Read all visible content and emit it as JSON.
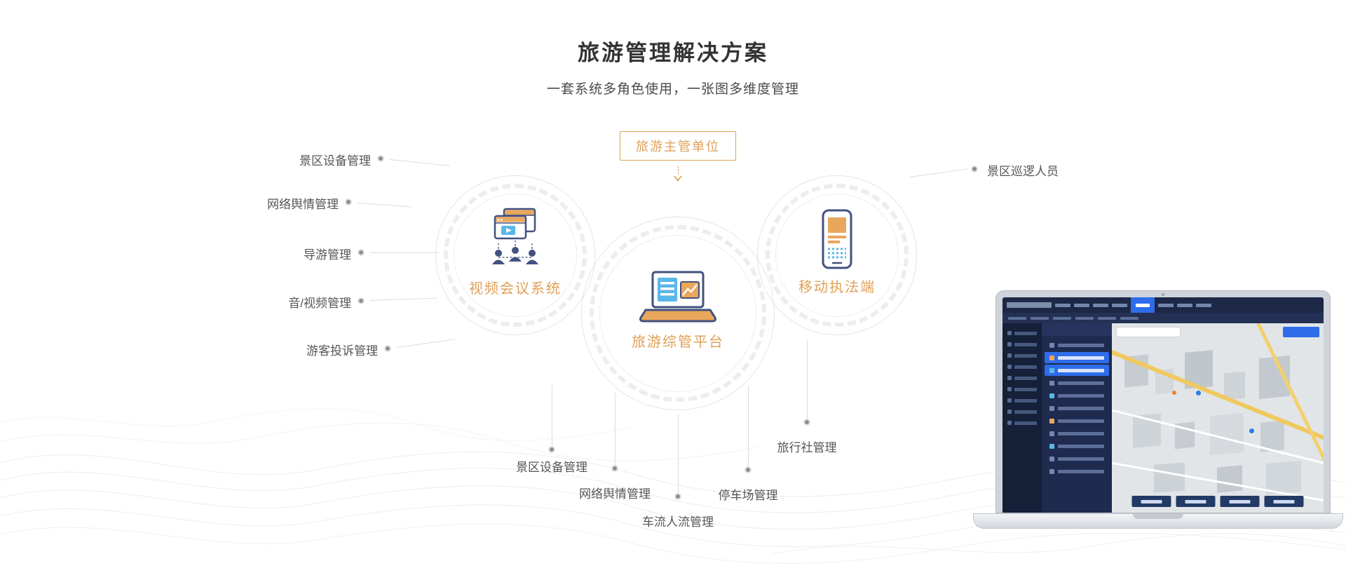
{
  "header": {
    "title": "旅游管理解决方案",
    "subtitle": "一套系统多角色使用，一张图多维度管理"
  },
  "diagram": {
    "top_box_label": "旅游主管单位",
    "nodes": [
      {
        "id": "video-conference-system",
        "label": "视频会议系统"
      },
      {
        "id": "tourism-integrated-platform",
        "label": "旅游综管平台"
      },
      {
        "id": "mobile-enforcement-terminal",
        "label": "移动执法端"
      }
    ],
    "left_labels": [
      "景区设备管理",
      "网络舆情管理",
      "导游管理",
      "音/视频管理",
      "游客投诉管理"
    ],
    "right_label": "景区巡逻人员",
    "bottom_labels": [
      "景区设备管理",
      "网络舆情管理",
      "车流人流管理",
      "停车场管理",
      "旅行社管理"
    ]
  },
  "icons": {
    "node_left": "video-conference-icon",
    "node_center": "laptop-dashboard-icon",
    "node_right": "mobile-phone-icon",
    "top_arrow": "down-arrow-icon"
  },
  "colors": {
    "accent_orange": "#DFA057",
    "icon_navy": "#42517F",
    "icon_blue": "#59B7E8",
    "label_text": "#555555",
    "line_gray": "#DCDCDC"
  }
}
